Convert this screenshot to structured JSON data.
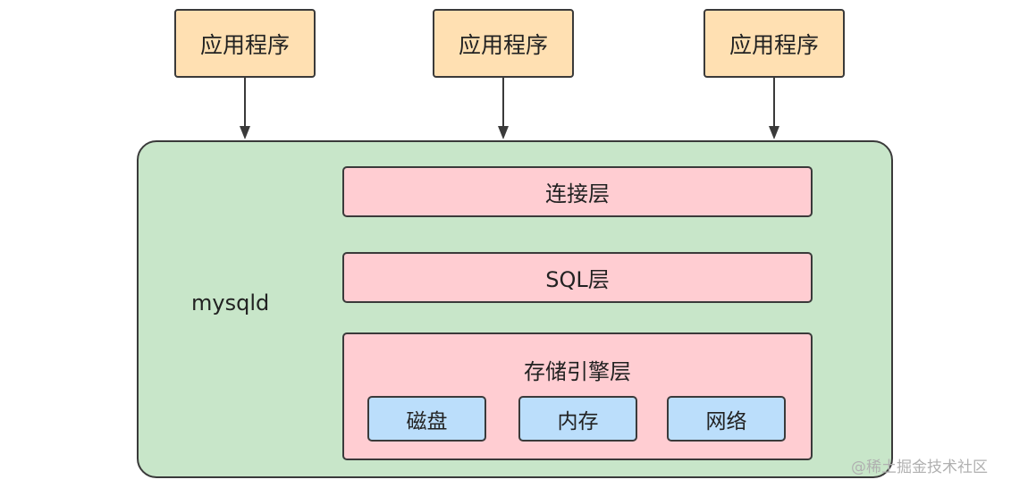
{
  "applications": [
    {
      "label": "应用程序"
    },
    {
      "label": "应用程序"
    },
    {
      "label": "应用程序"
    }
  ],
  "mysqld": {
    "label": "mysqld",
    "layers": {
      "connection": "连接层",
      "sql": "SQL层",
      "storage": {
        "label": "存储引擎层",
        "components": [
          "磁盘",
          "内存",
          "网络"
        ]
      }
    }
  },
  "watermark": "@稀土掘金技术社区",
  "colors": {
    "application_fill": "#ffe0b2",
    "mysqld_fill": "#c8e6c9",
    "layer_fill": "#ffcdd2",
    "component_fill": "#bbdefb",
    "stroke": "#3a3a3a"
  }
}
